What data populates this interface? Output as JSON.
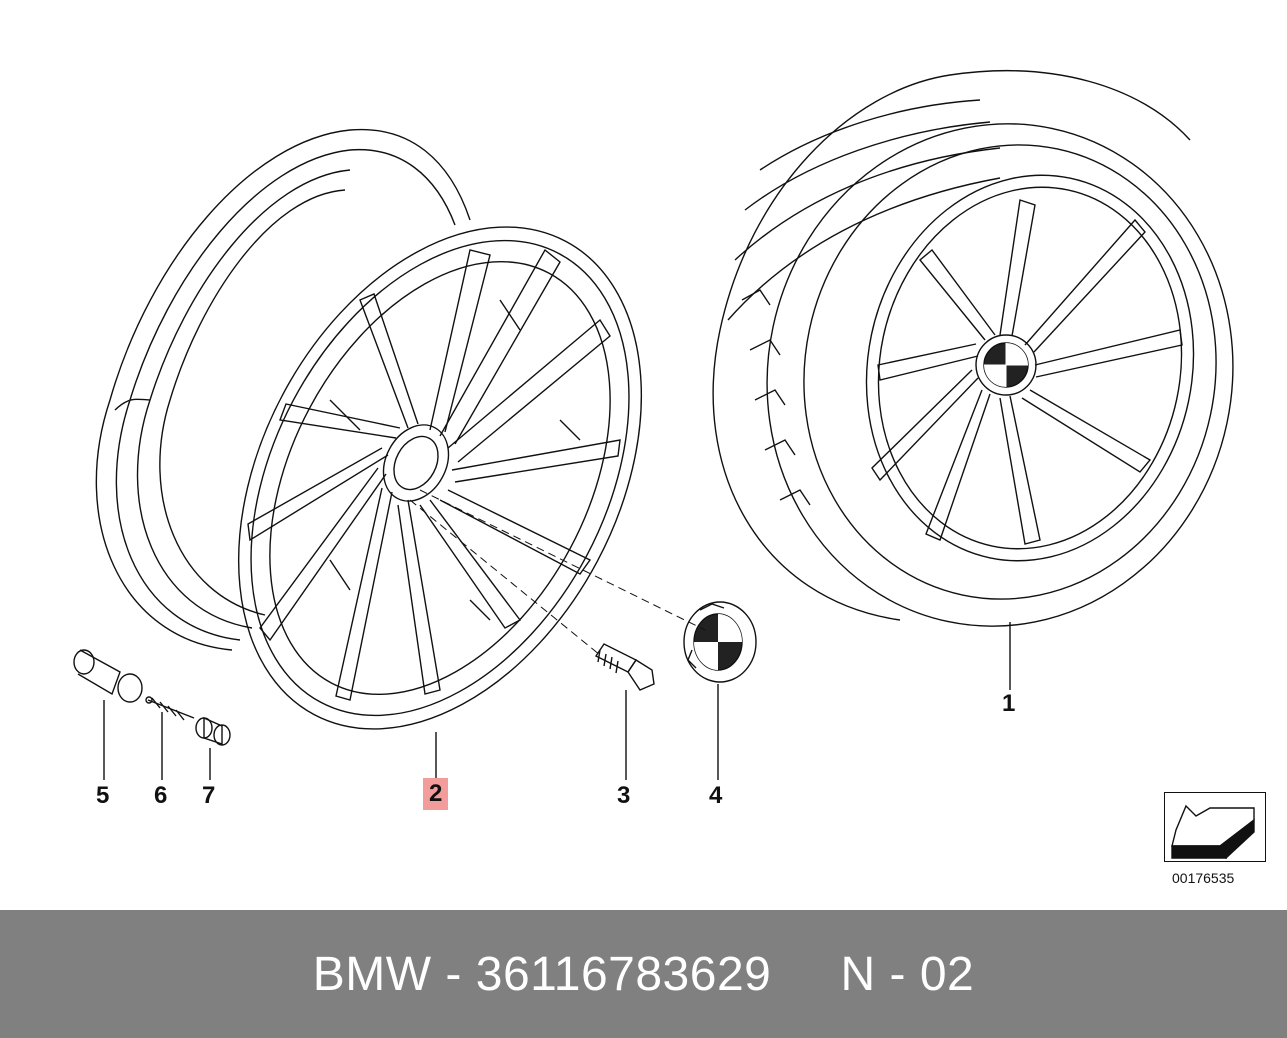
{
  "diagram": {
    "callouts": [
      {
        "id": "1",
        "label": "1"
      },
      {
        "id": "2",
        "label": "2",
        "highlighted": true
      },
      {
        "id": "3",
        "label": "3"
      },
      {
        "id": "4",
        "label": "4"
      },
      {
        "id": "5",
        "label": "5"
      },
      {
        "id": "6",
        "label": "6"
      },
      {
        "id": "7",
        "label": "7"
      }
    ],
    "reference_code": "00176535"
  },
  "footer": {
    "text": "BMW - 36116783629     N - 02"
  },
  "colors": {
    "highlight": "#f29c9c",
    "footer_bg": "#808080",
    "line": "#111111"
  }
}
